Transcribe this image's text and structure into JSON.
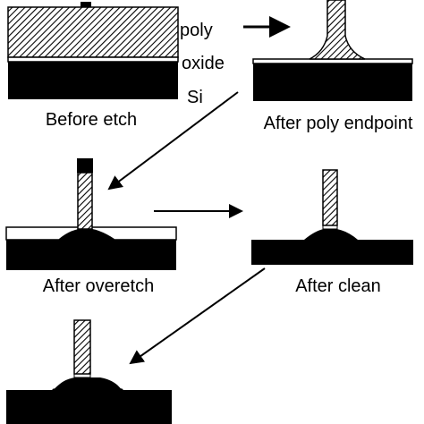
{
  "labels": {
    "poly": "poly",
    "oxide": "oxide",
    "si": "Si",
    "before_etch": "Before etch",
    "after_poly_endpoint": "After poly endpoint",
    "after_overetch": "After overetch",
    "after_clean": "After clean"
  },
  "colors": {
    "si": "#000000",
    "oxide": "#ffffff",
    "poly_hatch": "#000000",
    "background": "#ffffff"
  },
  "icons": {
    "process_arrow": "arrow-right-icon"
  }
}
